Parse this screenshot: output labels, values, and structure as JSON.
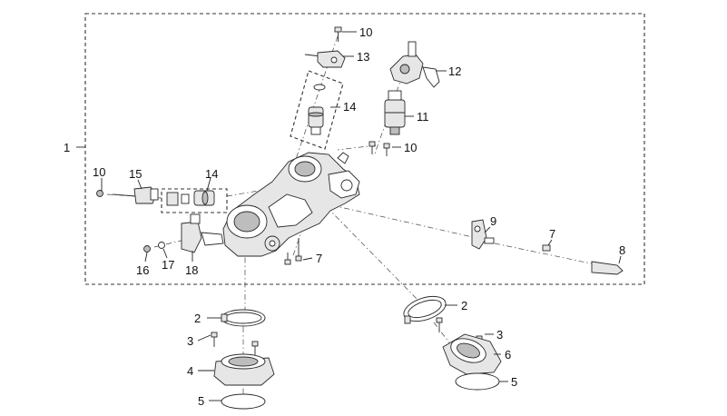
{
  "callouts": {
    "c1": "1",
    "c2a": "2",
    "c2b": "2",
    "c3a": "3",
    "c3b": "3",
    "c4": "4",
    "c5a": "5",
    "c5b": "5",
    "c6": "6",
    "c7a": "7",
    "c7b": "7",
    "c8": "8",
    "c9": "9",
    "c10a": "10",
    "c10b": "10",
    "c10c": "10",
    "c11": "11",
    "c12": "12",
    "c13": "13",
    "c14a": "14",
    "c14b": "14",
    "c15": "15",
    "c16": "16",
    "c17": "17",
    "c18": "18"
  }
}
